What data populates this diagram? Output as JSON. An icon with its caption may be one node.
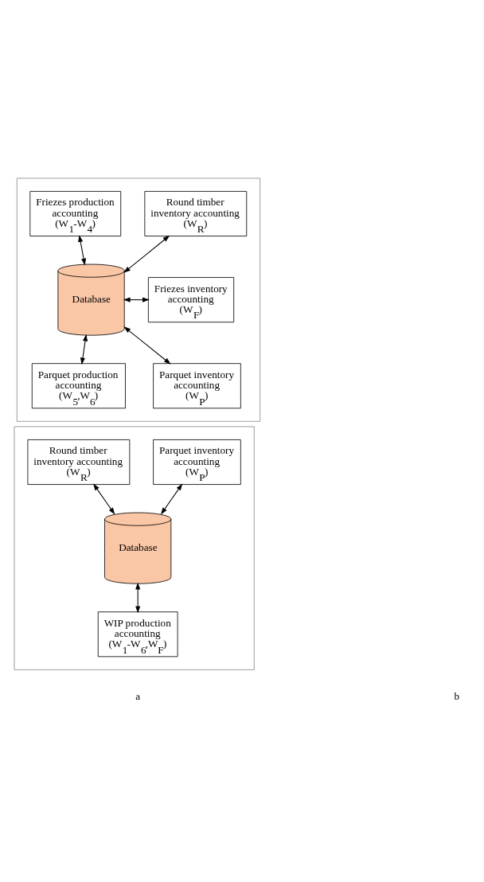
{
  "diagram": {
    "nodes": [
      {
        "text": [],
        "shape": "box"
      },
      {
        "text": [
          "Round timber inventory accounting (W$_{R}$)"
        ],
        "in": 0
      },
      {
        "text": [
          "Friezes production accounting (W$_{1}$-W$_{4}$)"
        ],
        "in": 0
      },
      {
        "text": [
          "Database"
        ],
        "in": 0
      },
      {
        "text": [
          "Friezes inventory accounting (W$_{F}$)"
        ],
        "in": 0
      },
      {
        "text": [
          "Parquet production accounting (W$_{5}$,W$_{6}$)"
        ],
        "in": 0
      },
      {
        "text": [
          "Parquet inventory accounting (W$_{P}$)"
        ],
        "in": 0
      },
      {
        "text": [],
        "shape": "box"
      },
      {
        "text": [
          "Round timber inventory accounting (W$_{R}$)"
        ],
        "in": 7
      },
      {
        "text": [
          "Parquet inventory accounting (W$_{P}$)"
        ],
        "in": 7
      },
      {
        "text": [
          "Database"
        ],
        "in": 7
      },
      {
        "text": [
          "WIP production accounting (W$_{1}$-W$_{6}$,W$_{F}$)"
        ],
        "in": 7
      }
    ],
    "edges": [
      {
        "from": 1,
        "to": 3,
        "arrow": "both"
      },
      {
        "from": 2,
        "to": 3,
        "arrow": "both"
      },
      {
        "from": 3,
        "to": 4,
        "arrow": "both"
      },
      {
        "from": 3,
        "to": 5,
        "arrow": "both"
      },
      {
        "from": 3,
        "to": 6,
        "arrow": "both"
      },
      {
        "from": 8,
        "to": 10,
        "arrow": "both"
      },
      {
        "from": 9,
        "to": 10,
        "arrow": "both"
      },
      {
        "from": 10,
        "to": 11,
        "arrow": "both"
      }
    ],
    "labels": [
      "a",
      "b"
    ]
  }
}
